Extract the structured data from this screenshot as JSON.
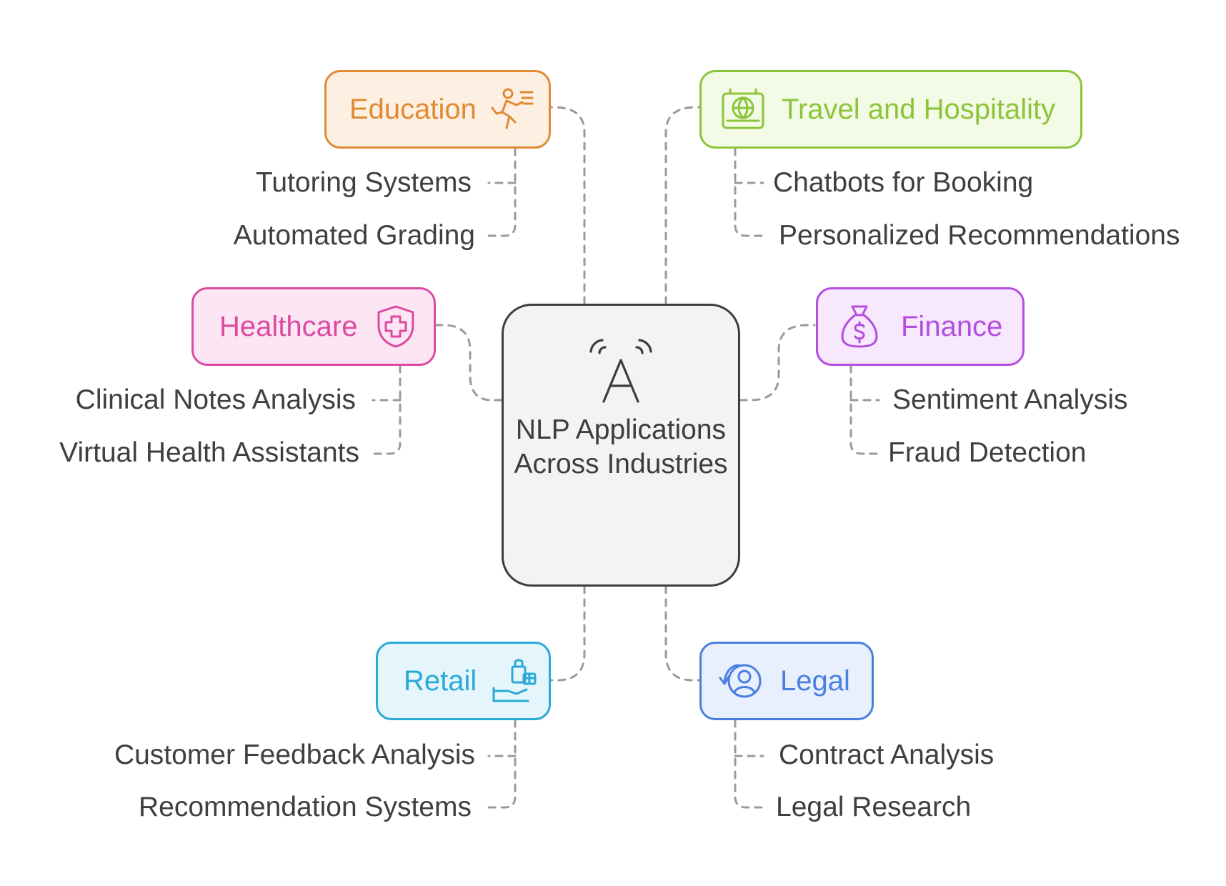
{
  "center": {
    "title": "NLP Applications Across Industries",
    "icon": "antenna-letter-a-icon"
  },
  "categories": [
    {
      "key": "education",
      "label": "Education",
      "icon": "running-person-icon",
      "color": "#e08a34",
      "fill": "#fdefe2",
      "items": [
        "Tutoring Systems",
        "Automated Grading"
      ]
    },
    {
      "key": "travel",
      "label": "Travel and Hospitality",
      "icon": "suitcase-globe-icon",
      "color": "#8cc43a",
      "fill": "#f3fbe6",
      "items": [
        "Chatbots for Booking",
        "Personalized Recommendations"
      ]
    },
    {
      "key": "healthcare",
      "label": "Healthcare",
      "icon": "medical-shield-icon",
      "color": "#db4aa1",
      "fill": "#fde6f3",
      "items": [
        "Clinical Notes Analysis",
        "Virtual Health Assistants"
      ]
    },
    {
      "key": "finance",
      "label": "Finance",
      "icon": "money-bag-icon",
      "color": "#b44ee0",
      "fill": "#f7e8fd",
      "items": [
        "Sentiment Analysis",
        "Fraud Detection"
      ]
    },
    {
      "key": "retail",
      "label": "Retail",
      "icon": "shopping-bag-hand-icon",
      "color": "#2aa9d6",
      "fill": "#e4f6fc",
      "items": [
        "Customer Feedback Analysis",
        "Recommendation Systems"
      ]
    },
    {
      "key": "legal",
      "label": "Legal",
      "icon": "search-person-icon",
      "color": "#4a7fe0",
      "fill": "#e8effd",
      "items": [
        "Contract Analysis",
        "Legal Research"
      ]
    }
  ]
}
